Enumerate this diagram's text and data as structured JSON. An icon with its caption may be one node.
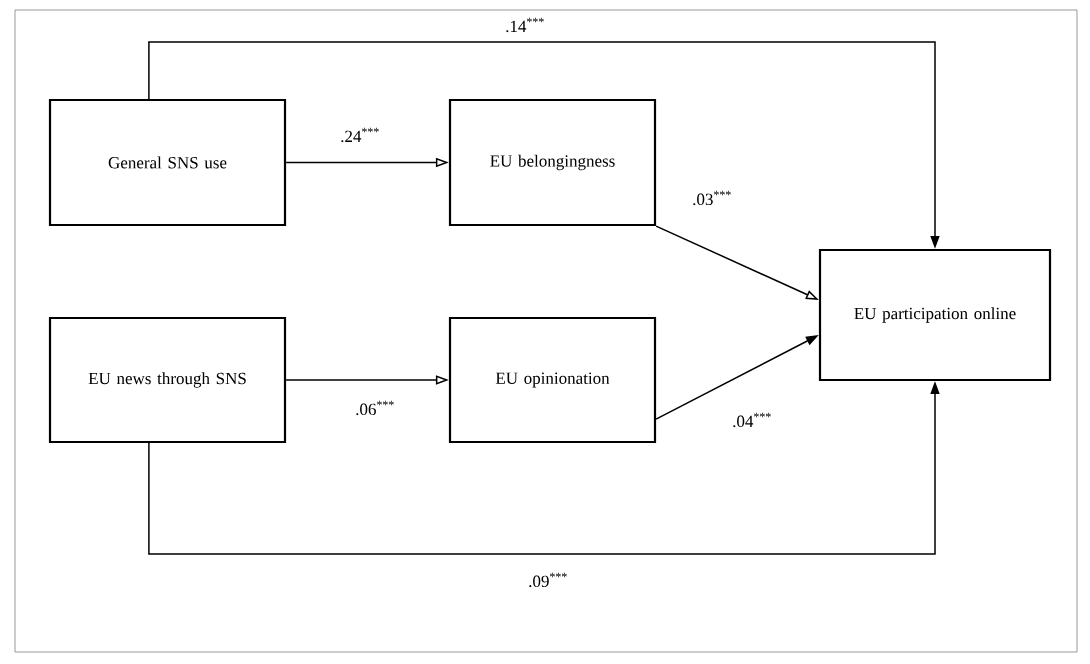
{
  "diagram": {
    "nodes": [
      {
        "text": [
          "General SNS use"
        ]
      },
      {
        "text": [
          "EU belongingness"
        ]
      },
      {
        "text": [
          "EU participation online"
        ]
      },
      {
        "text": [
          "EU news through SNS"
        ]
      },
      {
        "text": [
          "EU opinionation"
        ]
      }
    ],
    "edges": [
      {
        "from": 0,
        "to": 1,
        "arrow": "to",
        "label": ".24$^{***}$"
      },
      {
        "from": 1,
        "to": 2,
        "arrow": "to",
        "label": ".03$^{***}$"
      },
      {
        "from": 3,
        "to": 4,
        "arrow": "to",
        "label": ".06$^{***}$"
      },
      {
        "from": 4,
        "to": 2,
        "arrow": "to",
        "label": ".04$^{***}$"
      },
      {
        "from": 0,
        "to": 2,
        "arrow": "to",
        "label": ".14$^{***}$"
      },
      {
        "from": 3,
        "to": 2,
        "arrow": "to",
        "label": ".09$^{***}$"
      }
    ]
  }
}
